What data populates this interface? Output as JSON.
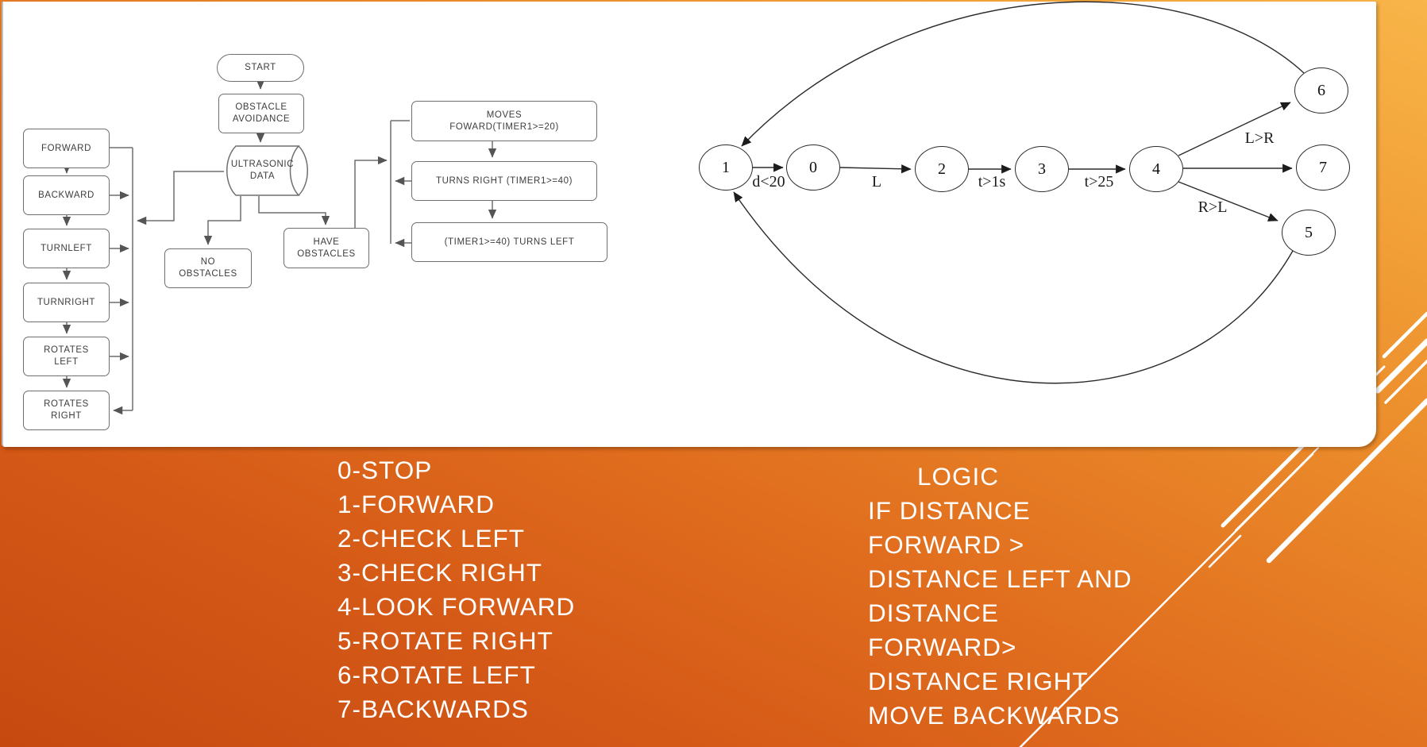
{
  "slide": {
    "colors": {
      "bg_top": "#f8b549",
      "bg_bottom": "#c64a10",
      "panel": "#ffffff",
      "decor_lines": "#ffffff",
      "flow_stroke": "#6f6f6f",
      "flow_text": "#3d3d3d",
      "state_stroke": "#2b2b2b",
      "slide_text": "#ffffff"
    }
  },
  "flowchart": {
    "start_label": "START",
    "obstacle_avoidance": "OBSTACLE\nAVOIDANCE",
    "ultrasonic_data": "ULTRASONIC\nDATA",
    "no_obstacles": "NO\nOBSTACLES",
    "have_obstacles": "HAVE\nOBSTACLES",
    "left_actions": [
      "FORWARD",
      "BACKWARD",
      "TURNLEFT",
      "TURNRIGHT",
      "ROTATES\nLEFT",
      "ROTATES\nRIGHT"
    ],
    "right_actions": [
      "MOVES\nFOWARD(TIMER1>=20)",
      "TURNS RIGHT (TIMER1>=40)",
      "(TIMER1>=40) TURNS LEFT"
    ]
  },
  "state_diagram": {
    "nodes": [
      {
        "id": "1"
      },
      {
        "id": "0"
      },
      {
        "id": "2"
      },
      {
        "id": "3"
      },
      {
        "id": "4"
      },
      {
        "id": "6"
      },
      {
        "id": "7"
      },
      {
        "id": "5"
      }
    ],
    "edges": [
      {
        "from": "1",
        "to": "0",
        "label": "d<20"
      },
      {
        "from": "0",
        "to": "2",
        "label": "L"
      },
      {
        "from": "2",
        "to": "3",
        "label": "t>1s"
      },
      {
        "from": "3",
        "to": "4",
        "label": "t>25"
      },
      {
        "from": "4",
        "to": "6",
        "label": "L>R"
      },
      {
        "from": "4",
        "to": "7",
        "label": ""
      },
      {
        "from": "4",
        "to": "5",
        "label": "R>L"
      },
      {
        "from": "6",
        "to": "1",
        "label": ""
      },
      {
        "from": "5",
        "to": "1",
        "label": ""
      }
    ]
  },
  "legend": {
    "items": [
      "0-STOP",
      "1-FORWARD",
      "2-CHECK LEFT",
      "3-CHECK RIGHT",
      "4-LOOK FORWARD",
      "5-ROTATE RIGHT",
      "6-ROTATE LEFT",
      "7-BACKWARDS"
    ]
  },
  "logic": {
    "lines": [
      "LOGIC",
      "IF DISTANCE",
      "FORWARD >",
      "DISTANCE LEFT AND",
      "DISTANCE",
      "FORWARD>",
      "DISTANCE RIGHT",
      "MOVE BACKWARDS"
    ]
  }
}
